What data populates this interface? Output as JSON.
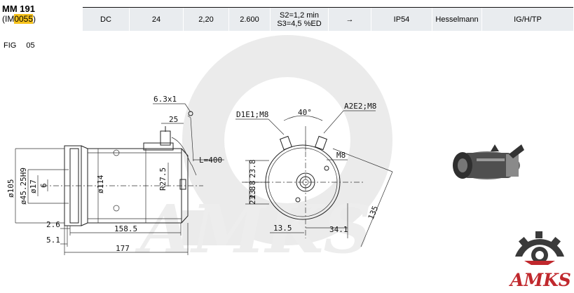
{
  "model": {
    "title": "MM 191",
    "code_prefix": "(IM",
    "code_highlight": "0055",
    "code_suffix": ")"
  },
  "specs": [
    "DC",
    "24",
    "2,20",
    "2.600",
    "S2=1,2 min",
    "S3=4,5 %ED",
    "→",
    "IP54",
    "Hesselmann",
    "IG/H/TP"
  ],
  "figure": {
    "label": "FIG",
    "number": "05"
  },
  "dimensions": {
    "d_6_3x1": "6.3x1",
    "d_25": "25",
    "d_L400": "L=400",
    "d_R27_5": "R27.5",
    "d_114": "ø114",
    "d_105": "ø105",
    "d_45": "ø45.25H9",
    "d_17": "ø17",
    "d_6": "6",
    "d_2_6": "2.6",
    "d_158_5": "158.5",
    "d_5_1": "5.1",
    "d_177": "177",
    "d_d1e1": "D1E1;M8",
    "d_a2e2": "A2E2;M8",
    "d_40": "40°",
    "d_m8": "M8",
    "d_23_8a": "23.8",
    "d_23_8b": "23.8",
    "d_23_8c": "23.8",
    "d_135": "135",
    "d_13_5": "13.5",
    "d_34_1": "34.1"
  },
  "brand": {
    "logo_text": "AMKS"
  },
  "colors": {
    "highlight": "#f6c21b",
    "header_cell": "#e9ecef",
    "logo_dark": "#3a3a3a",
    "logo_red": "#c0282d"
  }
}
